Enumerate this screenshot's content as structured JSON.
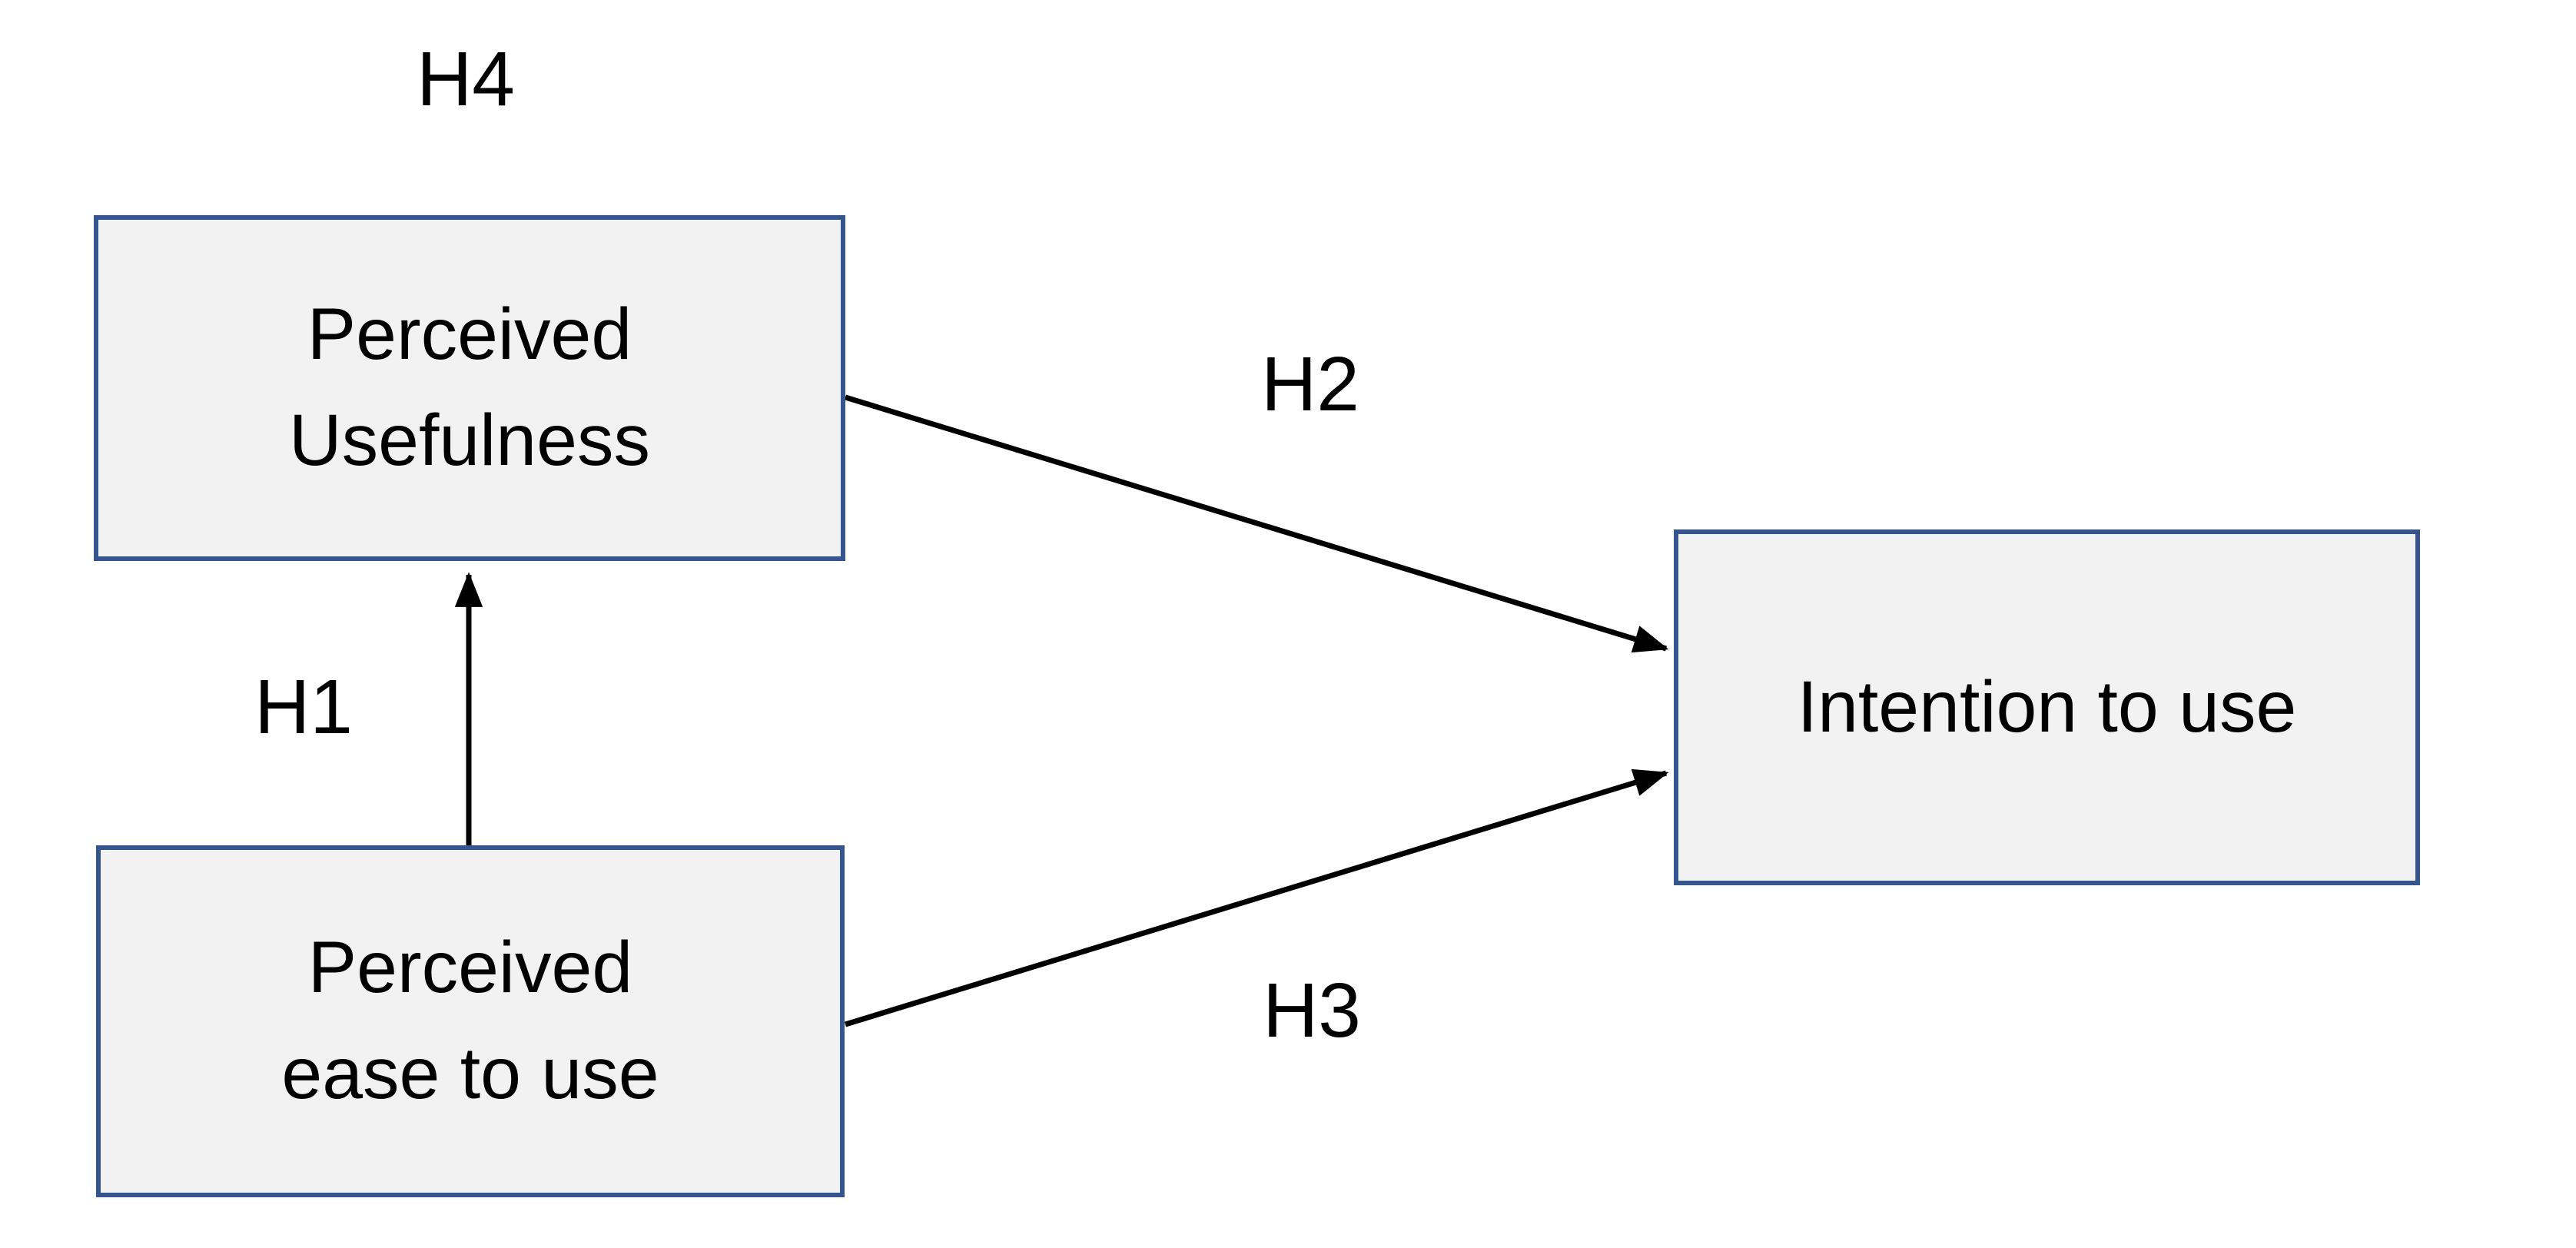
{
  "diagram": {
    "title": "technology-acceptance-hypothesis-model",
    "background": "#FFFFFF",
    "colors": {
      "box_fill": "#F2F2F2",
      "box_border": "#35558E",
      "arrow": "#000000",
      "text": "#000000"
    },
    "nodes": [
      {
        "id": "perceived-usefulness",
        "label": "Perceived Usefulness",
        "line1": "Perceived",
        "line2": "Usefulness"
      },
      {
        "id": "perceived-ease-to-use",
        "label": "Perceived ease to use",
        "line1": "Perceived",
        "line2": "ease to use"
      },
      {
        "id": "intention-to-use",
        "label": "Intention to use",
        "line1": "Intention to use"
      }
    ],
    "hypotheses": [
      {
        "id": "h1",
        "label": "H1",
        "from": "perceived-ease-to-use",
        "to": "perceived-usefulness",
        "arrow": true
      },
      {
        "id": "h2",
        "label": "H2",
        "from": "perceived-usefulness",
        "to": "intention-to-use",
        "arrow": true
      },
      {
        "id": "h3",
        "label": "H3",
        "from": "perceived-ease-to-use",
        "to": "intention-to-use",
        "arrow": true
      },
      {
        "id": "h4",
        "label": "H4",
        "arrow": false
      }
    ]
  }
}
